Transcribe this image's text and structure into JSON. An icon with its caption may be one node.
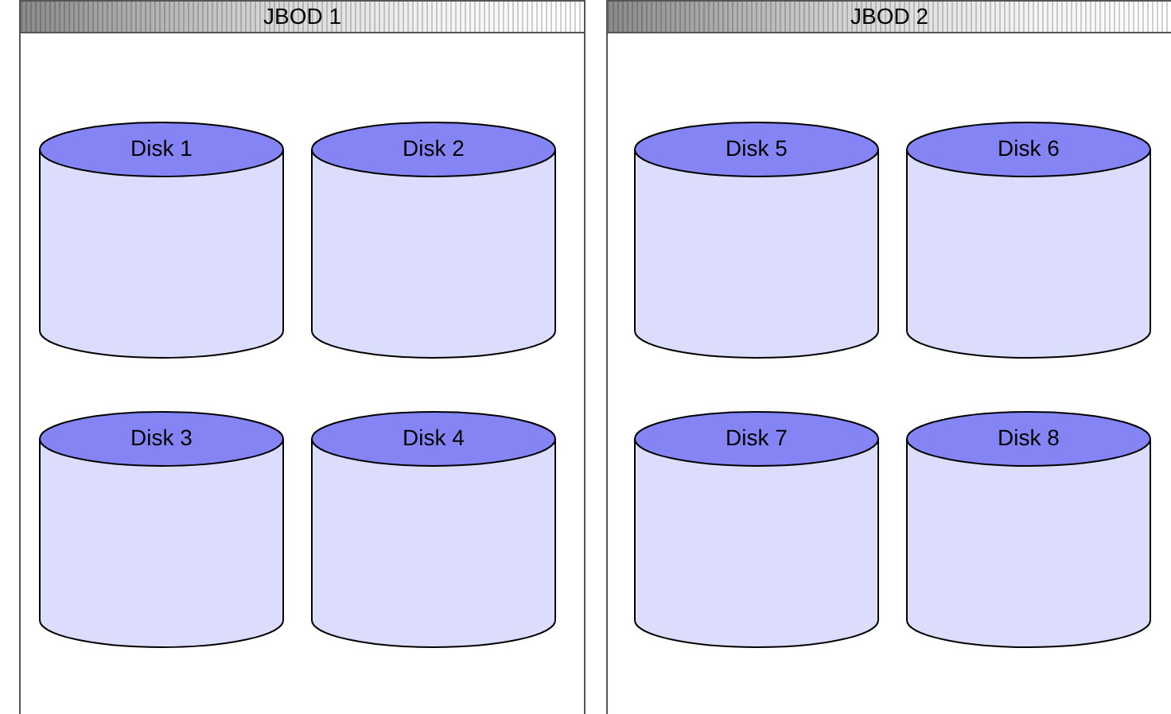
{
  "diagram": {
    "nodes": [
      {
        "text": [
          "JBOD 1"
        ]
      },
      {
        "text": [
          "Disk 1"
        ],
        "in": 0
      },
      {
        "text": [
          "Disk 2"
        ],
        "in": 0
      },
      {
        "text": [
          "Disk 3"
        ],
        "in": 0
      },
      {
        "text": [
          "Disk 4"
        ],
        "in": 0
      },
      {
        "text": [
          "JBOD 2"
        ]
      },
      {
        "text": [
          "Disk 5"
        ],
        "in": 5
      },
      {
        "text": [
          "Disk 6"
        ],
        "in": 5
      },
      {
        "text": [
          "Disk 7"
        ],
        "in": 5
      },
      {
        "text": [
          "Disk 8"
        ],
        "in": 5
      }
    ]
  }
}
